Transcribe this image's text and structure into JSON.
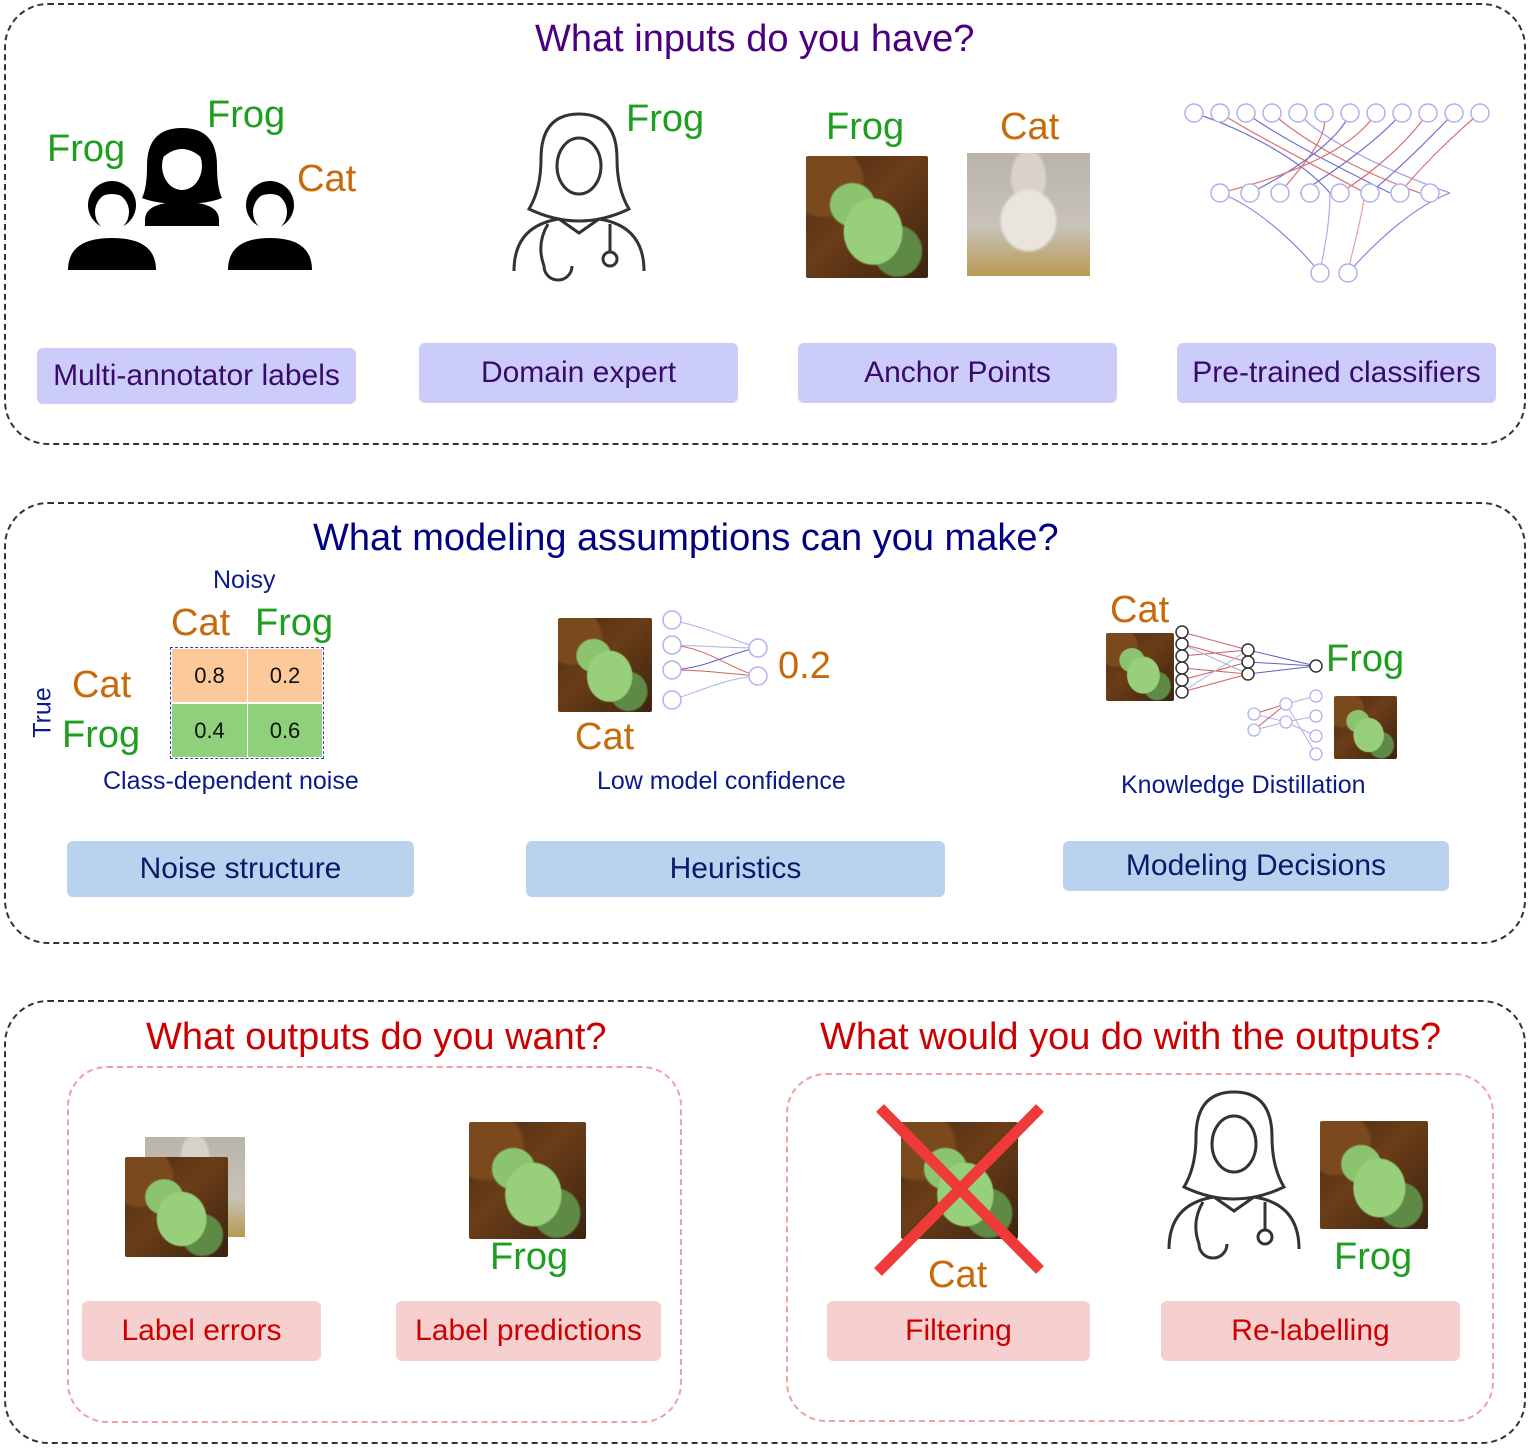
{
  "section1": {
    "title": "What inputs do you have?",
    "annotators": {
      "frog_left": "Frog",
      "frog_top": "Frog",
      "cat": "Cat"
    },
    "expert_label": "Frog",
    "anchor": {
      "frog": "Frog",
      "cat": "Cat"
    },
    "pills": [
      "Multi-annotator labels",
      "Domain expert",
      "Anchor Points",
      "Pre-trained classifiers"
    ]
  },
  "section2": {
    "title": "What modeling assumptions can you make?",
    "matrix": {
      "noisy_label": "Noisy",
      "true_label": "True",
      "col_headers": [
        "Cat",
        "Frog"
      ],
      "row_headers": [
        "Cat",
        "Frog"
      ],
      "values": [
        [
          "0.8",
          "0.2"
        ],
        [
          "0.4",
          "0.6"
        ]
      ],
      "caption": "Class-dependent noise"
    },
    "heuristic": {
      "label": "Cat",
      "score": "0.2",
      "caption": "Low model confidence"
    },
    "distillation": {
      "input_label": "Cat",
      "output_label": "Frog",
      "caption": "Knowledge Distillation"
    },
    "pills": [
      "Noise structure",
      "Heuristics",
      "Modeling Decisions"
    ]
  },
  "section3": {
    "title_left": "What outputs do you want?",
    "title_right": "What would you do with the outputs?",
    "predictions_label": "Frog",
    "filtering_label": "Cat",
    "relabel_label": "Frog",
    "pills": [
      "Label errors",
      "Label predictions",
      "Filtering",
      "Re-labelling"
    ]
  },
  "colors": {
    "green": "#1e9e1e",
    "orange": "#c8690a",
    "purple": "#4b0082",
    "navy": "#000080",
    "red": "#cc0000",
    "pill_purple": "#ccccfb",
    "pill_blue": "#b9d3ef",
    "pill_red": "#f6cfcf",
    "matrix_orange": "#fbc99a",
    "matrix_green": "#8fd17a"
  },
  "icons": [
    "person-group-icon",
    "doctor-icon",
    "neural-network-icon",
    "red-cross-icon"
  ]
}
